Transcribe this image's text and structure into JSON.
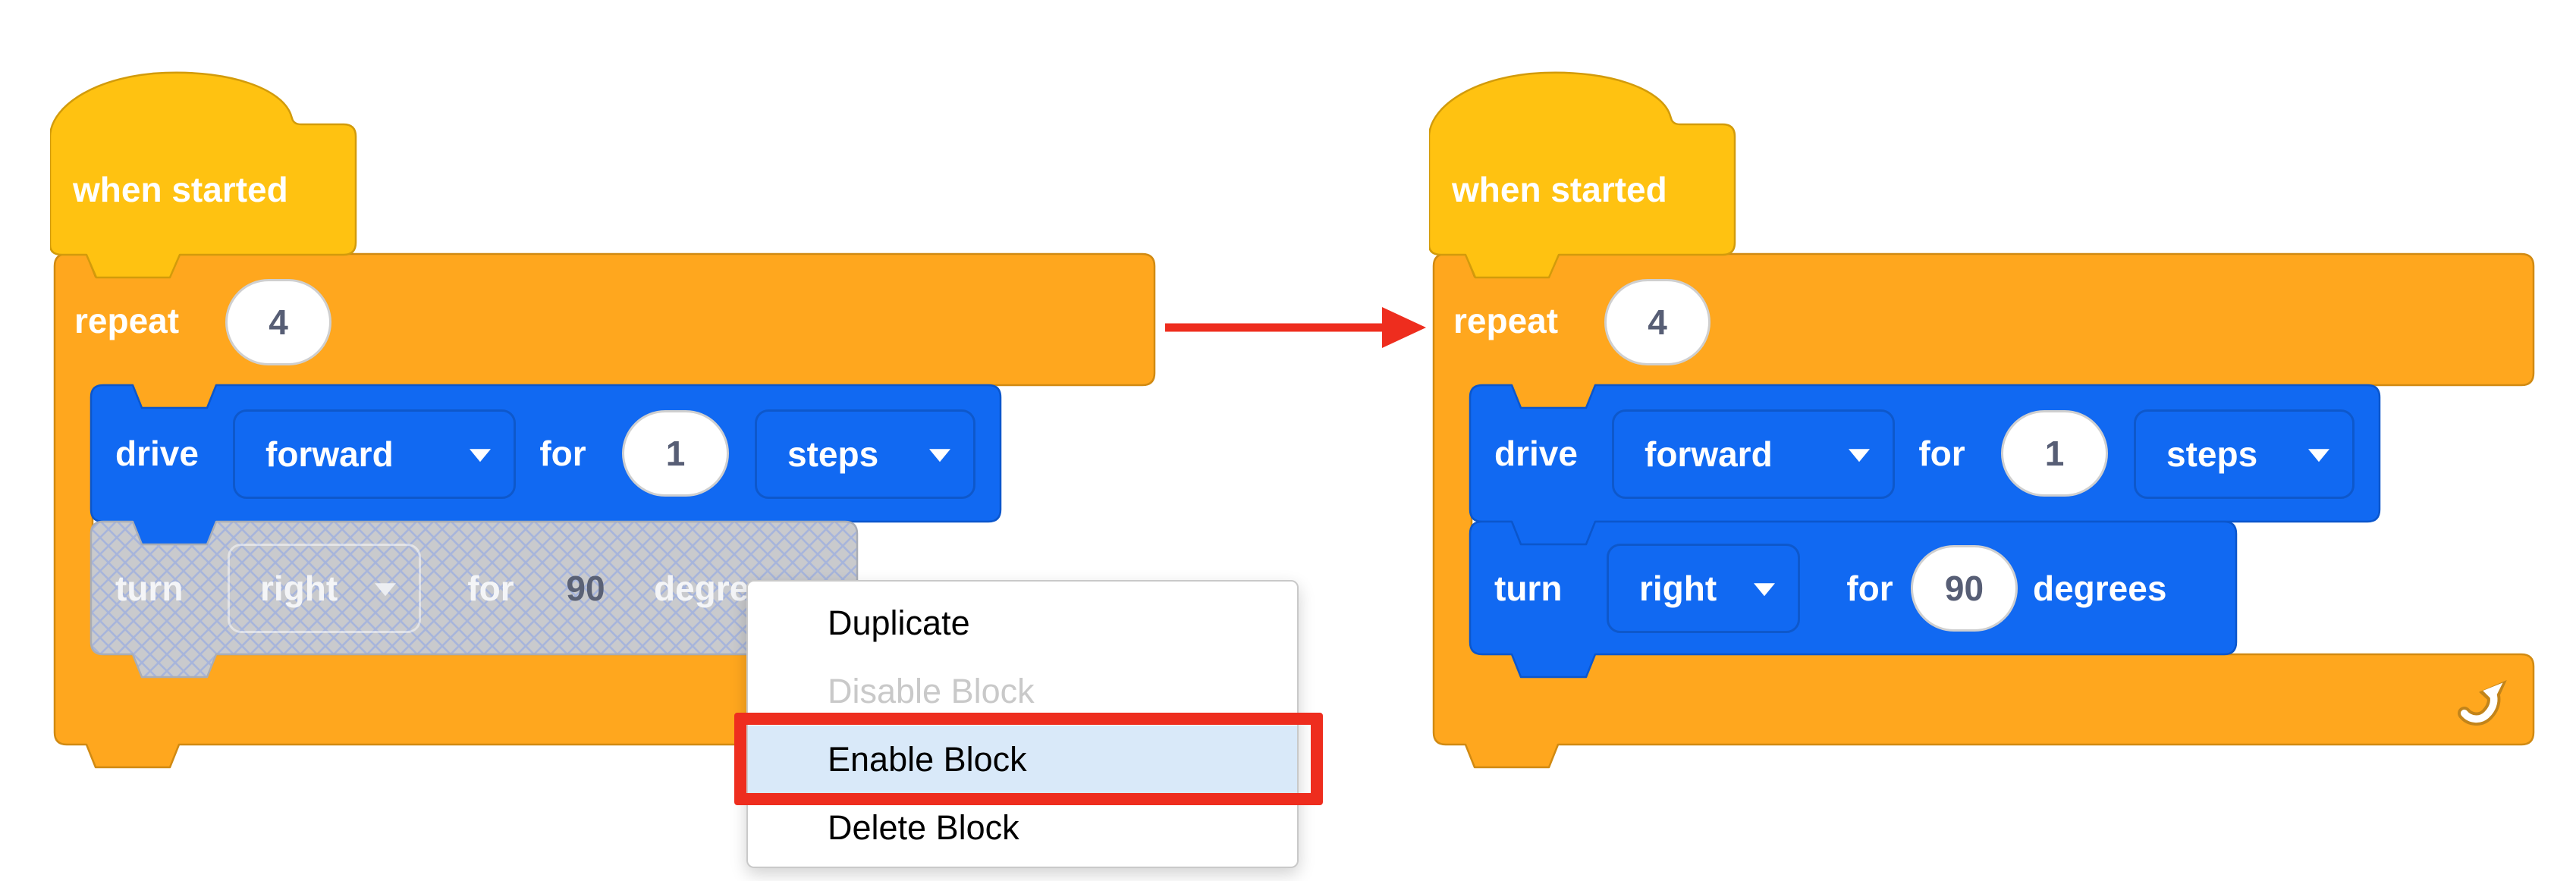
{
  "stacks": {
    "left": {
      "hat_label": "when started",
      "repeat_label": "repeat",
      "repeat_count": "4",
      "drive": {
        "label": "drive",
        "direction": "forward",
        "for_word": "for",
        "value": "1",
        "unit": "steps"
      },
      "turn": {
        "label": "turn",
        "direction": "right",
        "for_word": "for",
        "value": "90",
        "unit": "degrees"
      },
      "turn_state": "disabled"
    },
    "right": {
      "hat_label": "when started",
      "repeat_label": "repeat",
      "repeat_count": "4",
      "drive": {
        "label": "drive",
        "direction": "forward",
        "for_word": "for",
        "value": "1",
        "unit": "steps"
      },
      "turn": {
        "label": "turn",
        "direction": "right",
        "for_word": "for",
        "value": "90",
        "unit": "degrees"
      },
      "turn_state": "enabled"
    }
  },
  "menu": {
    "items": [
      "Duplicate",
      "Disable Block",
      "Enable Block",
      "Delete Block"
    ],
    "disabled_item": "Disable Block",
    "highlighted_item": "Enable Block"
  },
  "icons": {
    "loop_arrow": "repeat-loop-arrow-icon",
    "transform_arrow": "red-transform-arrow"
  },
  "colors": {
    "hat_yellow": "#FFC211",
    "repeat_orange": "#FFA71E",
    "block_blue": "#1169F2",
    "disabled_gray": "#C9CACD",
    "hatch_line": "#9FB0DF",
    "menu_highlight": "#D9E9F9",
    "annotation_red": "#EE2D1E",
    "value_text": "#575E75"
  }
}
